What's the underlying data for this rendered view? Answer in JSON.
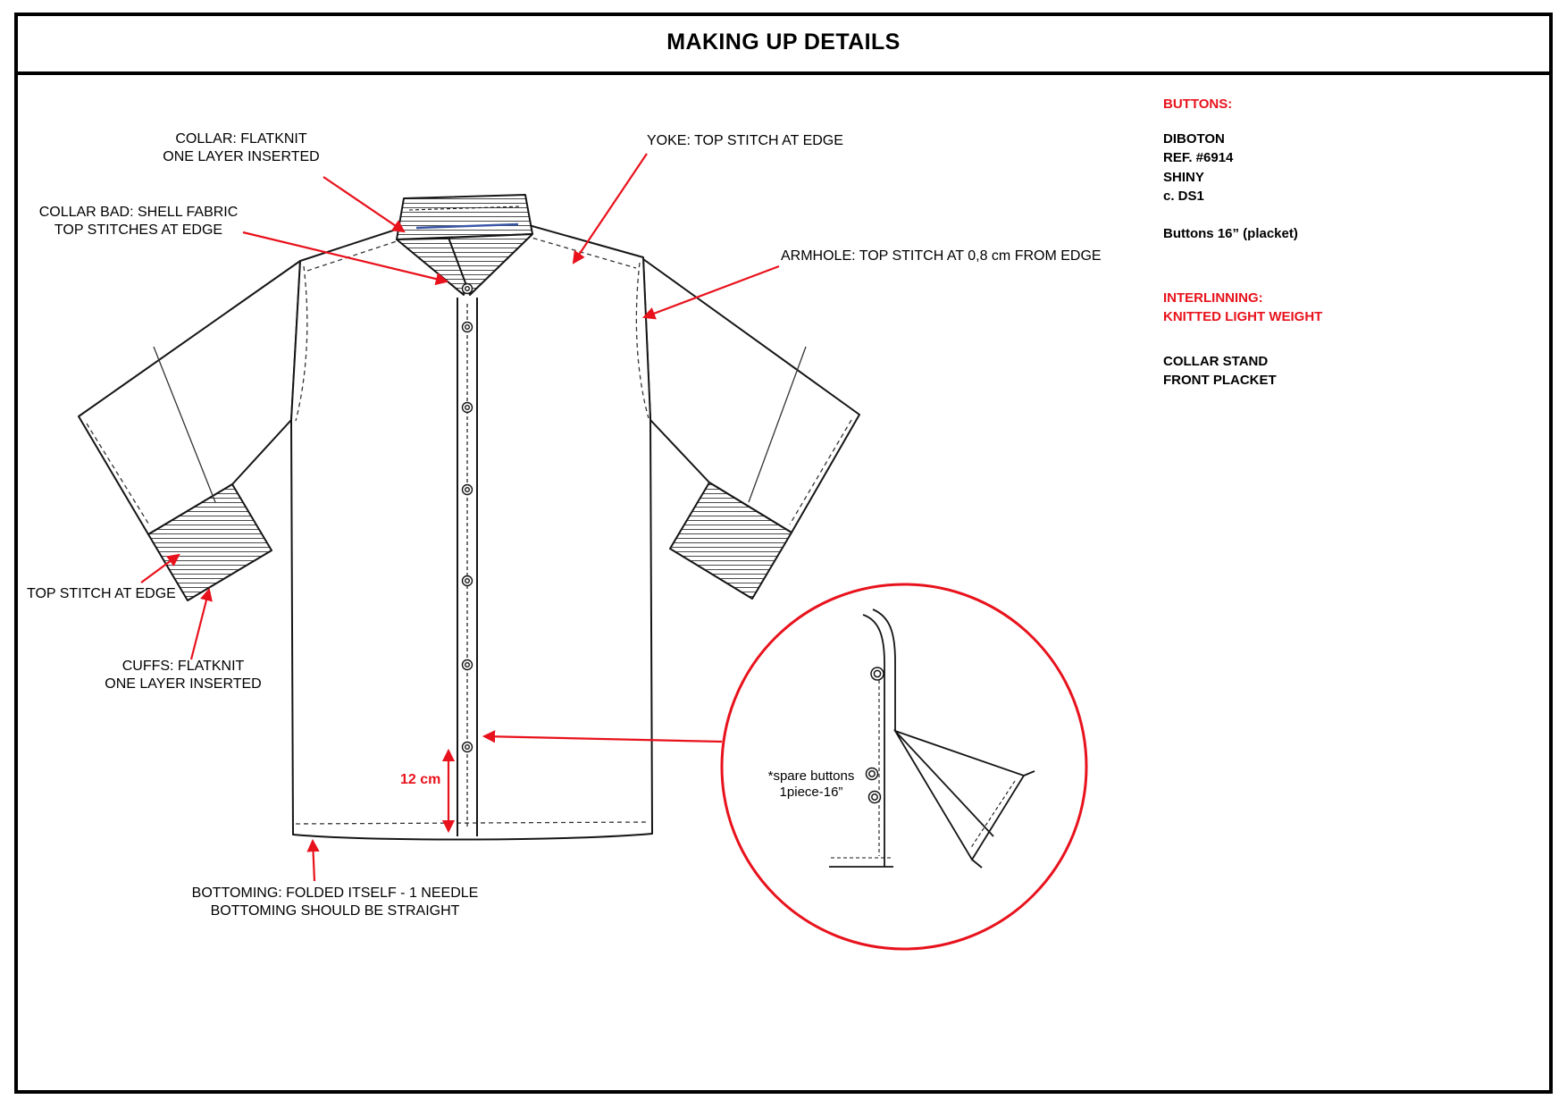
{
  "title": "MAKING UP DETAILS",
  "colors": {
    "accent": "#e8121c",
    "blue": "#3a57a7"
  },
  "annotations": {
    "collar": "COLLAR: FLATKNIT\nONE LAYER INSERTED",
    "collar_band": "COLLAR BAD: SHELL FABRIC\nTOP STITCHES AT EDGE",
    "yoke": "YOKE: TOP STITCH AT EDGE",
    "armhole": "ARMHOLE: TOP STITCH AT 0,8 cm FROM EDGE",
    "cuff_topstitch": "TOP STITCH AT EDGE",
    "cuffs": "CUFFS: FLATKNIT\nONE LAYER INSERTED",
    "bottoming": "BOTTOMING: FOLDED ITSELF - 1 NEEDLE\nBOTTOMING SHOULD BE STRAIGHT",
    "placket_dimension": "12 cm",
    "spare_buttons": "*spare buttons\n1piece-16”"
  },
  "side_panel": {
    "buttons_heading": "BUTTONS:",
    "buttons_details": "DIBOTON\nREF. #6914\nSHINY\nc. DS1",
    "buttons_size": "Buttons 16” (placket)",
    "interlining_heading": "INTERLINNING:\nKNITTED LIGHT WEIGHT",
    "interlining_items": "COLLAR STAND\nFRONT PLACKET"
  }
}
